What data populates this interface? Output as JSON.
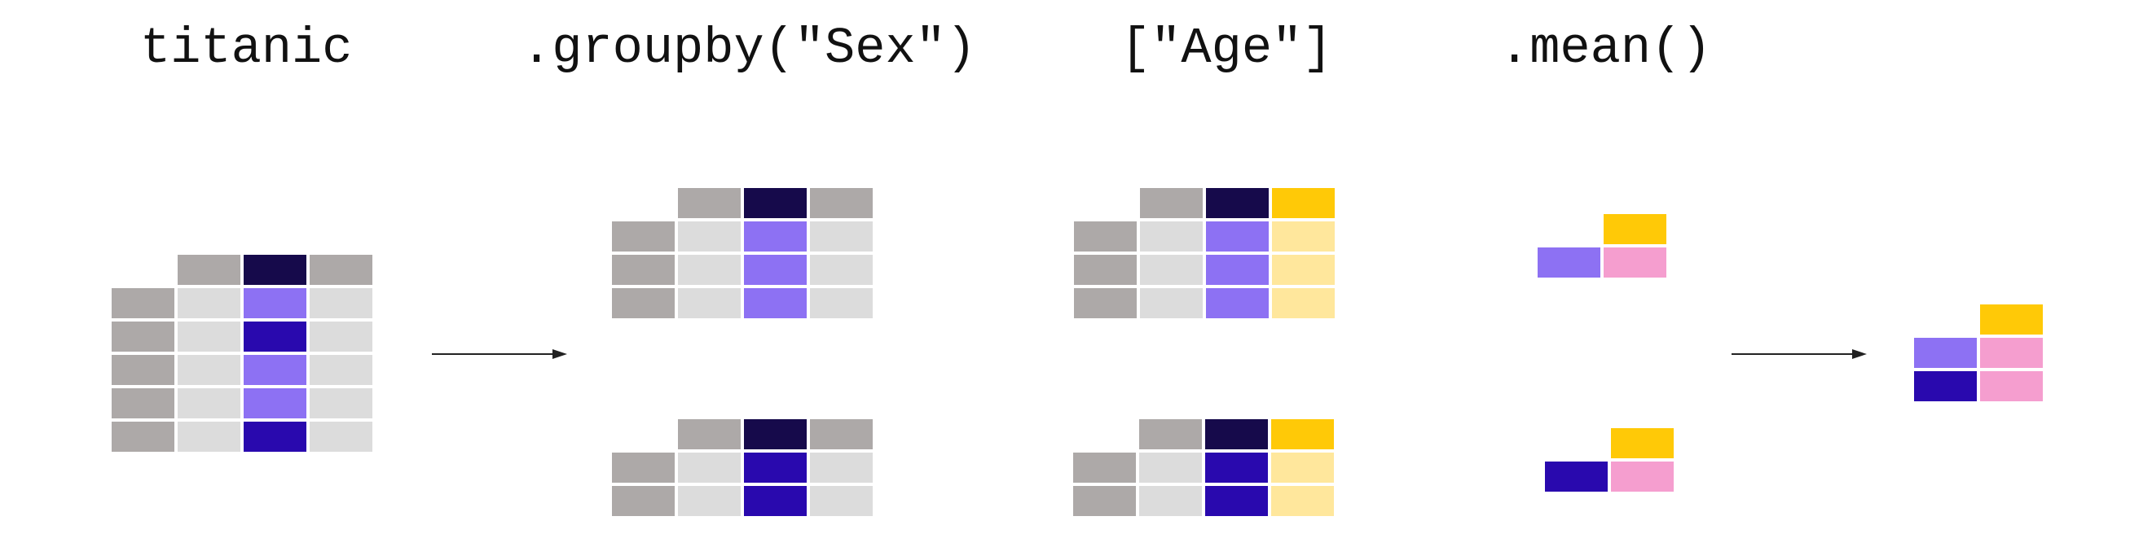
{
  "steps": [
    {
      "label": "titanic"
    },
    {
      "label": ".groupby(\"Sex\")"
    },
    {
      "label": "[\"Age\"]"
    },
    {
      "label": ".mean()"
    }
  ],
  "colors": {
    "index": "#ADA9A8",
    "body": "#DCDCDC",
    "selected_header": "#160A4B",
    "male": "#8D71F3",
    "female": "#2909AE",
    "age_header": "#FFC907",
    "age_body": "#FFE79C",
    "mean_value": "#F59ECF",
    "arrow": "#222222"
  }
}
